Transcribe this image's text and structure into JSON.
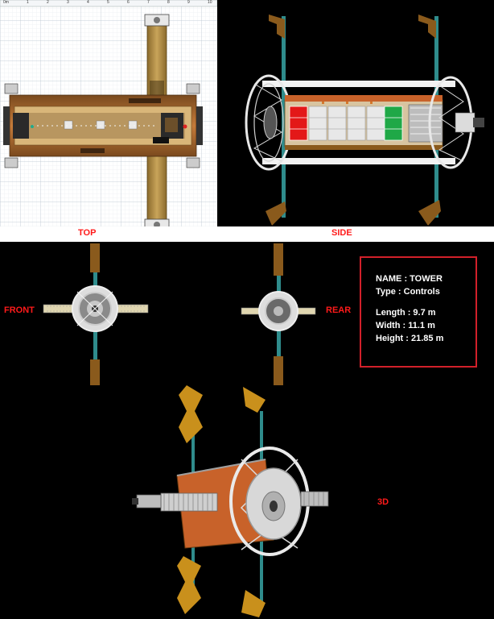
{
  "views": {
    "top": "TOP",
    "side": "SIDE",
    "front": "FRONT",
    "rear": "REAR",
    "three_d": "3D"
  },
  "ruler": {
    "unit": "0m",
    "ticks": [
      "1",
      "2",
      "3",
      "4",
      "5",
      "6",
      "7",
      "8",
      "9",
      "10"
    ]
  },
  "info": {
    "name": "NAME : TOWER",
    "type": "Type : Controls",
    "length": "Length : 9.7 m",
    "width": "Width : 11.1 m",
    "height": "Height : 21.85 m"
  },
  "colors": {
    "label": "#ff1a1a",
    "box_border": "#d2202a",
    "panel_red": "#e31818",
    "panel_green": "#1fa847",
    "frame_orange": "#c8622a",
    "fin_gold": "#c9901c",
    "pole_teal": "#2f8c8c"
  }
}
